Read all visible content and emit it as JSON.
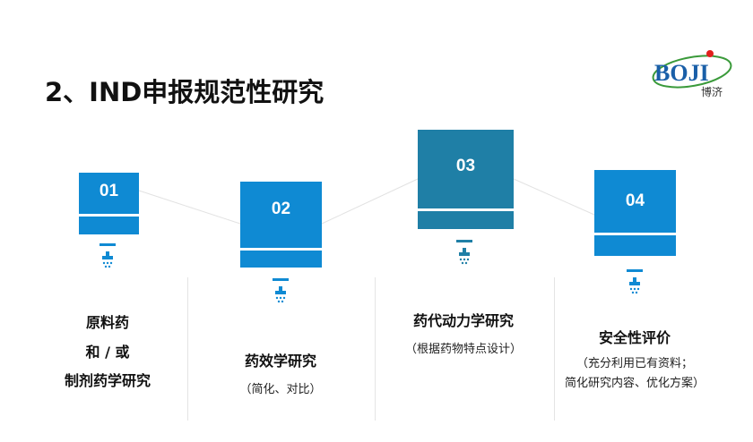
{
  "title": "2、IND申报规范性研究",
  "logo": {
    "text": "BOJI",
    "subtext": "博济"
  },
  "colors": {
    "box": "#0f8ad3",
    "box_highlight": "#1f7fa6"
  },
  "steps": [
    {
      "num": "01",
      "lines": [
        "原料药",
        "和 / 或",
        "制剂药学研究"
      ],
      "note": []
    },
    {
      "num": "02",
      "lines": [
        "药效学研究"
      ],
      "note": [
        "（简化、对比）"
      ]
    },
    {
      "num": "03",
      "lines": [
        "药代动力学研究"
      ],
      "note": [
        "（根据药物特点设计）"
      ]
    },
    {
      "num": "04",
      "lines": [
        "安全性评价"
      ],
      "note": [
        "（充分利用已有资料；",
        "简化研究内容、优化方案）"
      ]
    }
  ]
}
